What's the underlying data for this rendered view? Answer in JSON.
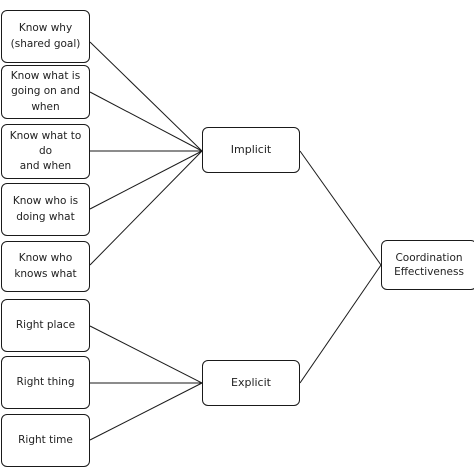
{
  "diagram": {
    "left_factors": [
      {
        "label": "Know why\n(shared goal)"
      },
      {
        "label": "Know what is\ngoing on and\nwhen"
      },
      {
        "label": "Know what to do\nand when"
      },
      {
        "label": "Know who is\ndoing what"
      },
      {
        "label": "Know who\nknows what"
      },
      {
        "label": "Right place"
      },
      {
        "label": "Right thing"
      },
      {
        "label": "Right time"
      }
    ],
    "implicit_label": "Implicit",
    "explicit_label": "Explicit",
    "outcome_label": "Coordination\nEffectiveness",
    "line_color": "#1a1a1a",
    "border_color": "#1a1a1a"
  }
}
